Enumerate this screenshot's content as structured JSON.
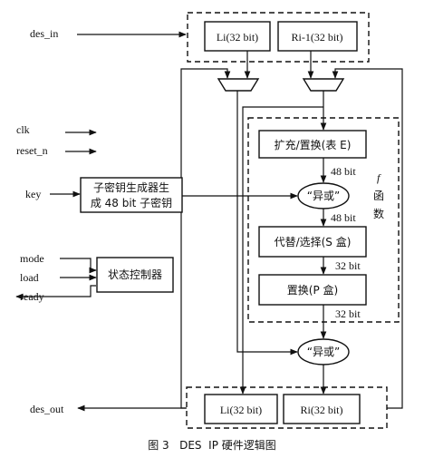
{
  "signals": {
    "des_in": "des_in",
    "clk": "clk",
    "reset_n": "reset_n",
    "key": "key",
    "mode": "mode",
    "load": "load",
    "ready": "ready",
    "des_out": "des_out"
  },
  "registers": {
    "top_left": "Li(32 bit)",
    "top_right": "Ri-1(32 bit)",
    "bottom_left": "Li(32 bit)",
    "bottom_right": "Ri(32 bit)"
  },
  "blocks": {
    "subkey_line1": "子密钥生成器生",
    "subkey_line2": "成 48 bit 子密钥",
    "state_controller": "状态控制器",
    "expand": "扩充/置换(表 E)",
    "xor1": "“异或”",
    "sbox": "代替/选择(S 盒)",
    "pbox": "置换(P 盒)",
    "xor2": "“异或”"
  },
  "widths": {
    "w1": "48 bit",
    "w2": "48 bit",
    "w3": "32 bit",
    "w4": "32 bit"
  },
  "f_func": {
    "symbol": "f",
    "char1": "函",
    "char2": "数"
  },
  "caption": "图 3   DES  IP 硬件逻辑图"
}
